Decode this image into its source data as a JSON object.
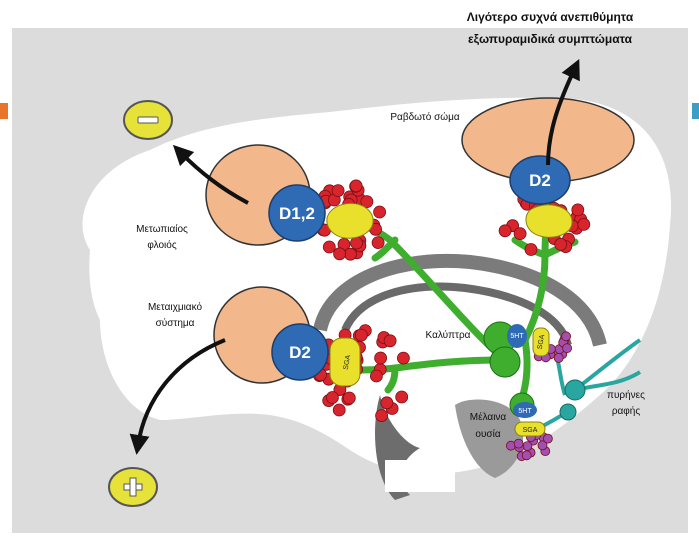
{
  "title": {
    "line1": "Λιγότερο συχνά ανεπιθύμητα",
    "line2": "εξωπυραμιδικά συμπτώματα"
  },
  "labels": {
    "striatum": "Ραβδωτό σώμα",
    "frontal_cortex_line1": "Μετωπιαίος",
    "frontal_cortex_line2": "φλοιός",
    "limbic_line1": "Μεταιχμιακό",
    "limbic_line2": "σύστημα",
    "capsule": "Καλύπτρα",
    "substantia_line1": "Μέλαινα",
    "substantia_line2": "ουσία",
    "raphe_line1": "πυρήνες",
    "raphe_line2": "ραφής"
  },
  "receptors": {
    "frontal": "D1,2",
    "limbic": "D2",
    "striatal": "D2"
  },
  "tags": {
    "sga": "SGA",
    "ht": "5HT"
  },
  "signs": {
    "minus": "−",
    "plus": "+"
  },
  "colors": {
    "background": "#dcdcdc",
    "brain": "#ffffff",
    "receptor_pad": "#f2b88c",
    "receptor": "#2f6bb5",
    "neuron": "#3fae2e",
    "raphe": "#2aa6a0",
    "dot_red": "#d8242c",
    "dot_purple": "#a14fb0",
    "drug": "#e8e02a",
    "sign": "#e6e23a",
    "accent": "#e8752a"
  }
}
